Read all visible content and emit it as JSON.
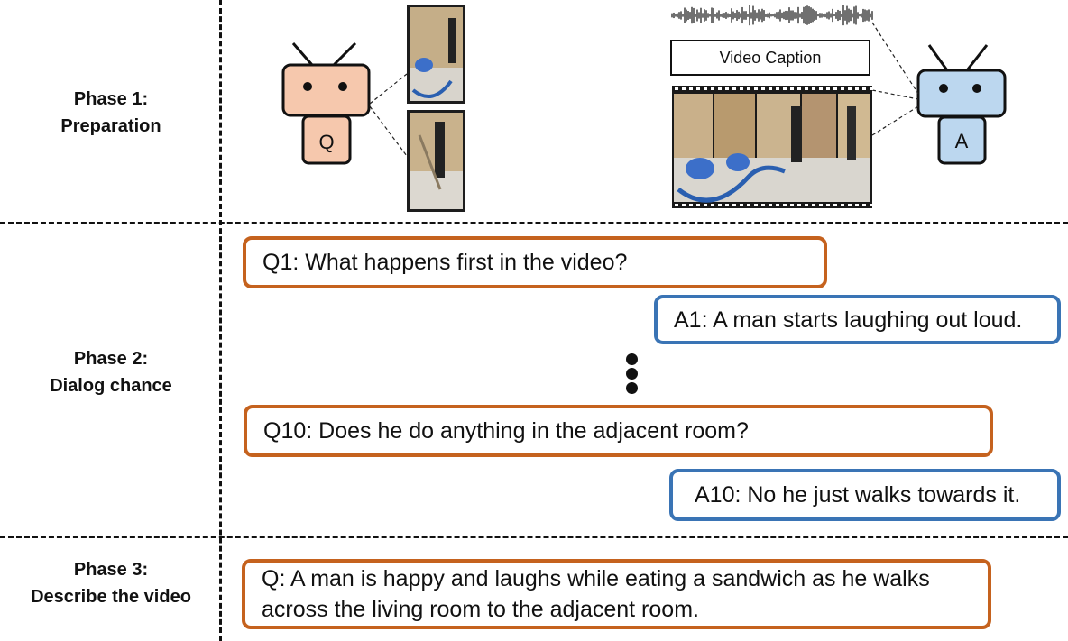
{
  "phases": [
    {
      "line1": "Phase 1:",
      "line2": "Preparation"
    },
    {
      "line1": "Phase 2:",
      "line2": "Dialog chance"
    },
    {
      "line1": "Phase 3:",
      "line2": "Describe the video"
    }
  ],
  "robots": {
    "questioner_label": "Q",
    "answerer_label": "A",
    "questioner_color": "#f6c8ad",
    "answerer_color": "#bcd7ef"
  },
  "caption_label": "Video Caption",
  "dialog": {
    "q1": "Q1: What happens first in the video?",
    "a1": "A1: A man starts laughing out loud.",
    "q10": "Q10: Does he do anything in the adjacent room?",
    "a10": "A10: No he just walks towards it."
  },
  "description": {
    "line1": "Q: A man is happy and laughs while eating a sandwich as he walks",
    "line2": "across the living room to the adjacent room."
  },
  "colors": {
    "question_border": "#c5621e",
    "answer_border": "#3a74b5"
  }
}
